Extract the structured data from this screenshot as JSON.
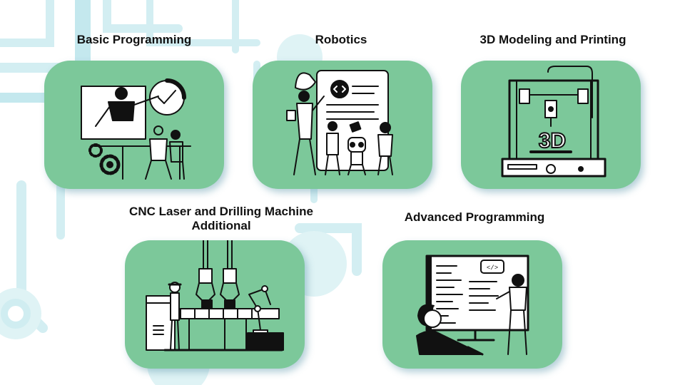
{
  "courses": [
    {
      "title": "Basic Programming",
      "icon": "programming-teacher-icon"
    },
    {
      "title": "Robotics",
      "icon": "robot-icon"
    },
    {
      "title": "3D Modeling and Printing",
      "icon": "3d-printer-icon"
    },
    {
      "title": "CNC Laser and Drilling Machine Additional",
      "icon": "cnc-machine-icon"
    },
    {
      "title": "Advanced Programming",
      "icon": "coding-screen-icon"
    }
  ],
  "printer_label": "3D",
  "code_tag": "</>",
  "colors": {
    "card": "#7cc89a",
    "circuit": "#c5e9ee",
    "text": "#111111"
  }
}
